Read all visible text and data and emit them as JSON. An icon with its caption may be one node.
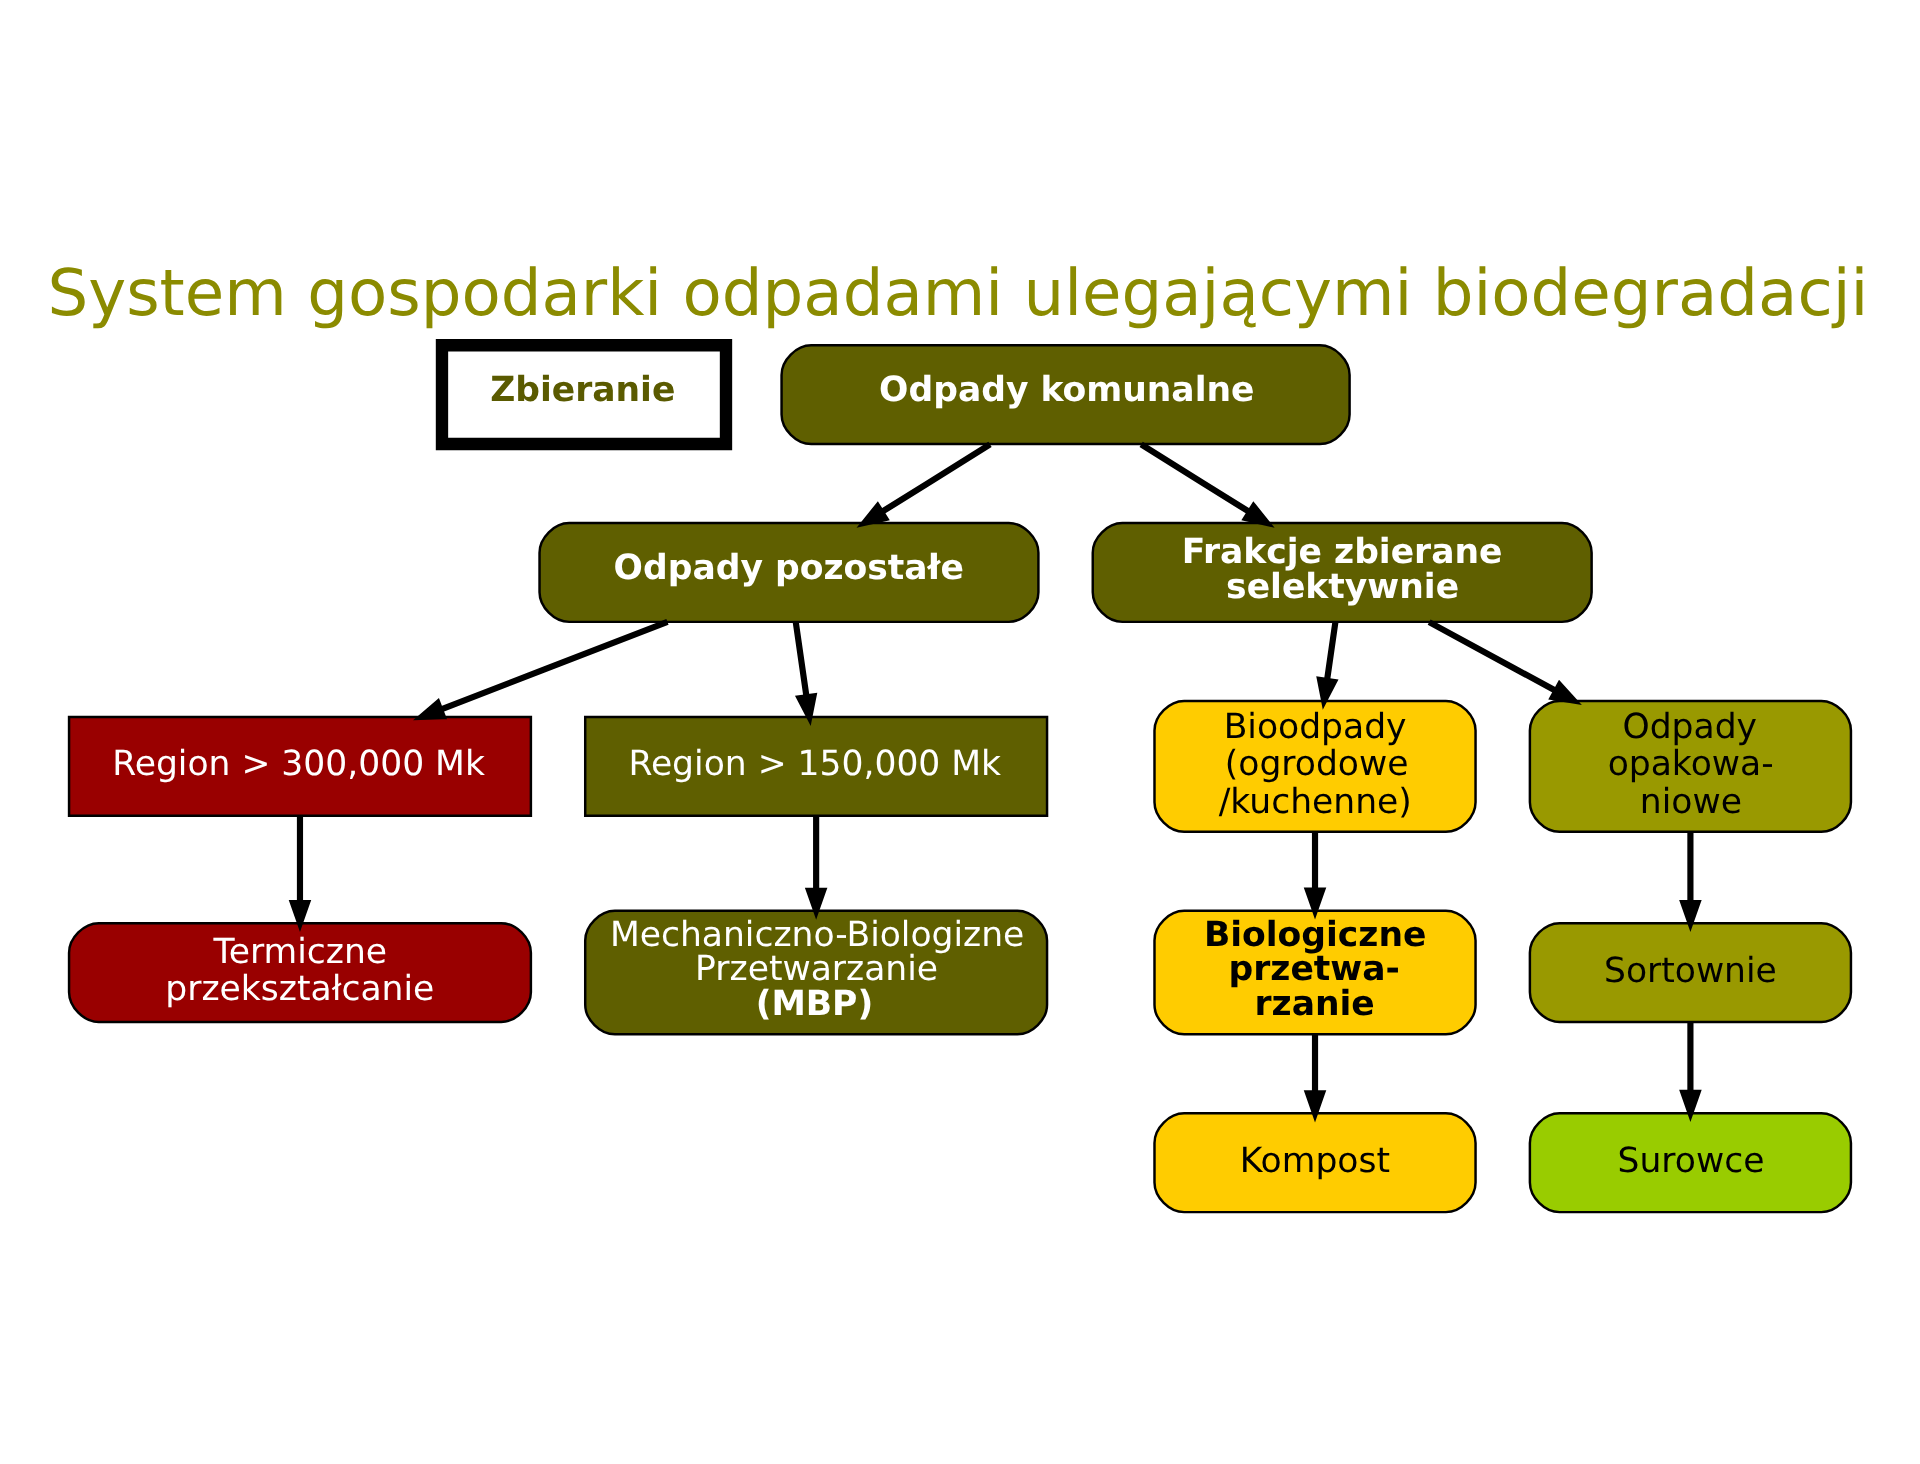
{
  "diagram": {
    "title": "System gospodarki odpadami ulegającymi biodegradacji",
    "nodes": [
      {
        "text": [
          "Zbieranie"
        ]
      },
      {
        "text": [
          "Odpady komunalne"
        ]
      },
      {
        "text": [
          "Odpady pozostałe"
        ]
      },
      {
        "text": [
          "Frakcje zbierane selektywnie"
        ]
      },
      {
        "text": [
          "Region > 300,000 Mk"
        ]
      },
      {
        "text": [
          "Region > 150,000 Mk"
        ]
      },
      {
        "text": [
          "Bioodpady (ogrodowe /kuchenne)"
        ]
      },
      {
        "text": [
          "Odpady opakowa- niowe"
        ]
      },
      {
        "text": [
          "Termiczne przekształcanie"
        ]
      },
      {
        "text": [
          "Mechaniczno-Biologizne Przetwarzanie **(MBP)**"
        ]
      },
      {
        "text": [
          "Biologiczne przetwa- rzanie"
        ]
      },
      {
        "text": [
          "Sortownie"
        ]
      },
      {
        "text": [
          "Kompost"
        ]
      },
      {
        "text": [
          "Surowce"
        ]
      }
    ],
    "edges": [
      {
        "from": 1,
        "to": 2,
        "arrow": "to"
      },
      {
        "from": 1,
        "to": 3,
        "arrow": "to"
      },
      {
        "from": 2,
        "to": 4,
        "arrow": "to"
      },
      {
        "from": 2,
        "to": 5,
        "arrow": "to"
      },
      {
        "from": 3,
        "to": 6,
        "arrow": "to"
      },
      {
        "from": 3,
        "to": 7,
        "arrow": "to"
      },
      {
        "from": 4,
        "to": 8,
        "arrow": "to"
      },
      {
        "from": 5,
        "to": 9,
        "arrow": "to"
      },
      {
        "from": 6,
        "to": 10,
        "arrow": "to"
      },
      {
        "from": 7,
        "to": 11,
        "arrow": "to"
      },
      {
        "from": 10,
        "to": 12,
        "arrow": "to"
      },
      {
        "from": 11,
        "to": 13,
        "arrow": "to"
      }
    ]
  }
}
